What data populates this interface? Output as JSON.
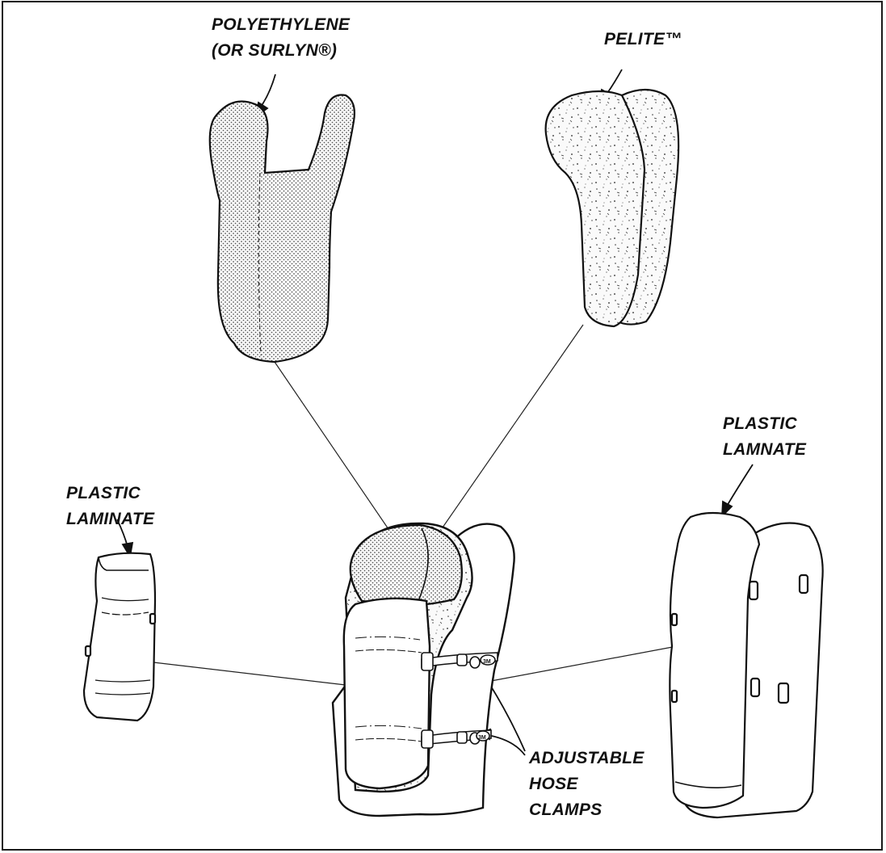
{
  "labels": {
    "polyethylene_line1": "POLYETHYLENE",
    "polyethylene_line2": "(OR SURLYN®)",
    "pelite": "PELITE™",
    "plastic_laminate_left_line1": "PLASTIC",
    "plastic_laminate_left_line2": "LAMINATE",
    "plastic_laminate_right_line1": "PLASTIC",
    "plastic_laminate_right_line2": "LAMNATE",
    "clamps_line1": "ADJUSTABLE",
    "clamps_line2": "HOSE",
    "clamps_line3": "CLAMPS",
    "tm_marks": [
      "3M",
      "3M"
    ]
  },
  "colors": {
    "ink": "#1a1a1a",
    "stipple": "#c9c9c9",
    "background": "#ffffff"
  }
}
